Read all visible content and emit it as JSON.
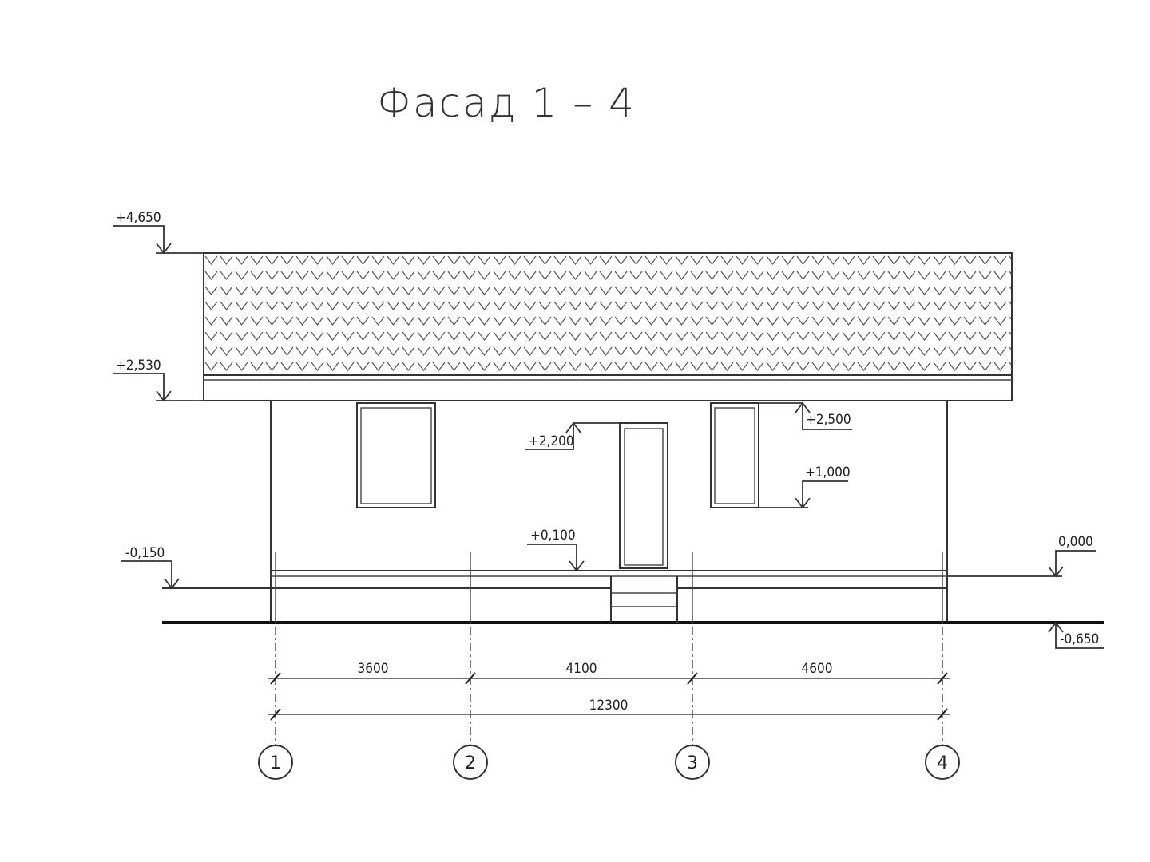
{
  "title": "Фасад 1 – 4",
  "elevations": {
    "roof_top": "+4,650",
    "eaves": "+2,530",
    "door_top": "+2,200",
    "window_top": "+2,500",
    "window_sill": "+1,000",
    "porch": "+0,100",
    "plinth": "-0,150",
    "floor": "0,000",
    "ground": "-0,650"
  },
  "dimensions": {
    "spans": [
      "3600",
      "4100",
      "4600"
    ],
    "total": "12300"
  },
  "axes": [
    "1",
    "2",
    "3",
    "4"
  ]
}
